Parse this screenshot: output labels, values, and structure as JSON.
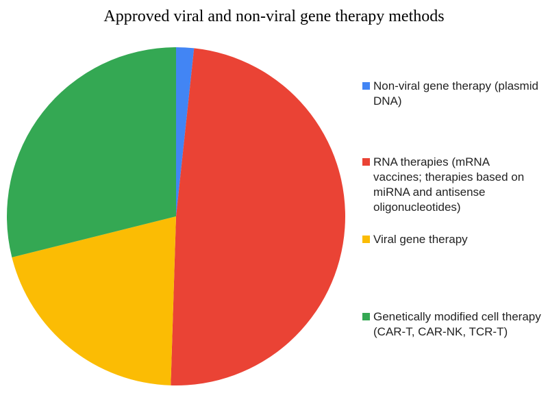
{
  "title": "Approved viral and non-viral gene therapy methods",
  "chart_data": {
    "type": "pie",
    "title": "Approved viral and non-viral gene therapy methods",
    "categories": [
      "Non-viral gene therapy (plasmid DNA)",
      "RNA therapies (mRNA vaccines; therapies based on miRNA and antisense oligonucleotides)",
      "Viral gene therapy",
      "Genetically modified cell therapy (CAR-T, CAR-NK, TCR-T)"
    ],
    "values": [
      1.7,
      48.8,
      20.6,
      28.9
    ],
    "unit": "percent (estimated from slice angles; no data labels shown in chart)",
    "colors": [
      "#4285F4",
      "#EA4335",
      "#FBBC04",
      "#34A853"
    ],
    "start_angle_deg": 0,
    "direction": "clockwise",
    "legend_position": "right",
    "grid": false,
    "background_color": "#ffffff",
    "title_color": "#000000",
    "legend_text_color": "#222222"
  },
  "legend": {
    "items": [
      {
        "label": "Non-viral gene therapy (plasmid\nDNA)",
        "color": "#4285F4"
      },
      {
        "label": "RNA therapies (mRNA\nvaccines; therapies based on\nmiRNA and antisense\noligonucleotides)",
        "color": "#EA4335"
      },
      {
        "label": "Viral gene therapy",
        "color": "#FBBC04"
      },
      {
        "label": "Genetically modified cell therapy\n(CAR-T, CAR-NK, TCR-T)",
        "color": "#34A853"
      }
    ]
  }
}
